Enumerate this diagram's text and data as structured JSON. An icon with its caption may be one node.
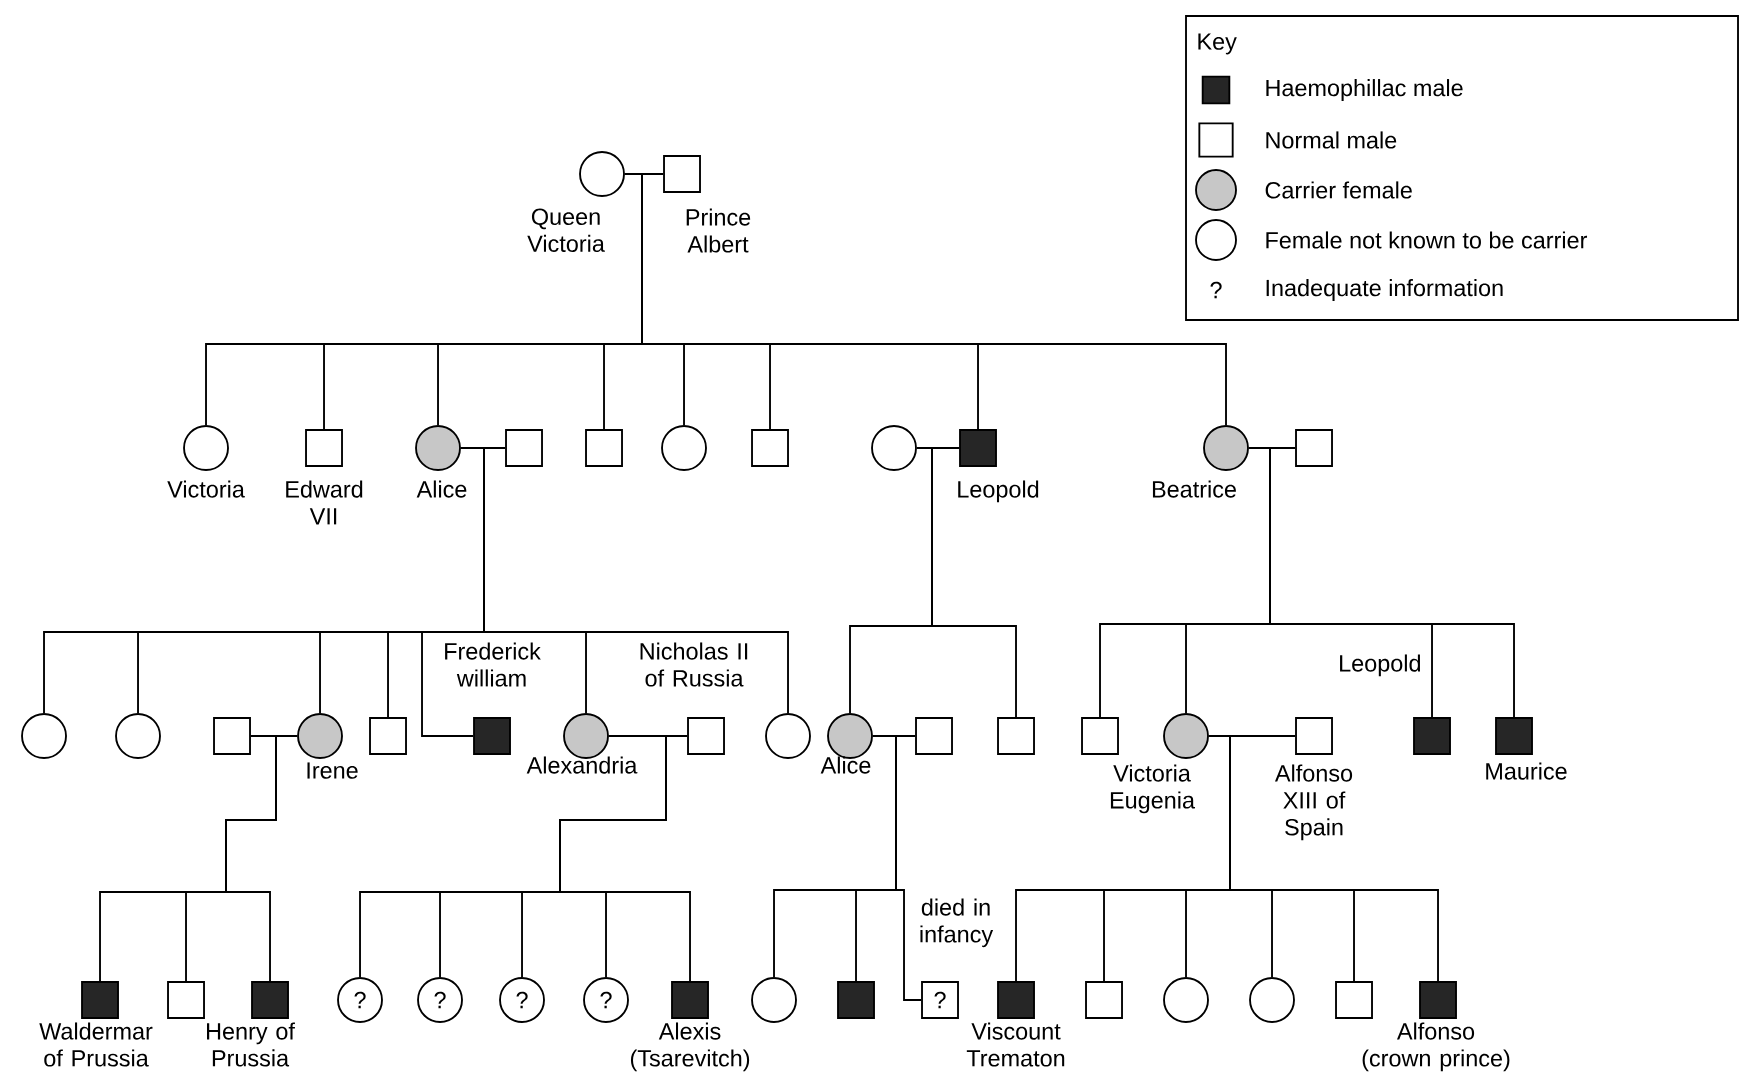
{
  "diagram": {
    "nodes": [
      {
        "text": [],
        "shape": "circle",
        "beside": [
          "Queen Victoria"
        ]
      },
      {
        "text": [],
        "shape": "box",
        "beside": [
          "Prince Albert"
        ]
      },
      {
        "text": [],
        "shape": "circle",
        "beside": [
          "Victoria"
        ]
      },
      {
        "text": [],
        "shape": "box",
        "beside": [
          "Edward VII"
        ]
      },
      {
        "text": [],
        "shape": "circle",
        "beside": [
          "Alice"
        ]
      },
      {
        "text": [],
        "shape": "box"
      },
      {
        "text": [],
        "shape": "box"
      },
      {
        "text": [],
        "shape": "circle"
      },
      {
        "text": [],
        "shape": "box"
      },
      {
        "text": [],
        "shape": "circle"
      },
      {
        "text": [],
        "shape": "box",
        "beside": [
          "Leopold"
        ]
      },
      {
        "text": [],
        "shape": "circle",
        "beside": [
          "Beatrice"
        ]
      },
      {
        "text": [],
        "shape": "box"
      },
      {
        "text": [],
        "shape": "circle"
      },
      {
        "text": [],
        "shape": "circle"
      },
      {
        "text": [],
        "shape": "box"
      },
      {
        "text": [],
        "shape": "circle",
        "beside": [
          "Irene"
        ]
      },
      {
        "text": [],
        "shape": "box"
      },
      {
        "text": [],
        "shape": "box",
        "beside": [
          "Frederick william"
        ]
      },
      {
        "text": [],
        "shape": "circle",
        "beside": [
          "Alexandria"
        ]
      },
      {
        "text": [],
        "shape": "box",
        "beside": [
          "Nicholas II of Russia"
        ]
      },
      {
        "text": [],
        "shape": "circle"
      },
      {
        "text": [],
        "shape": "circle",
        "beside": [
          "Alice"
        ]
      },
      {
        "text": [],
        "shape": "box"
      },
      {
        "text": [],
        "shape": "box"
      },
      {
        "text": [],
        "shape": "box"
      },
      {
        "text": [],
        "shape": "circle",
        "beside": [
          "Victoria Eugenia"
        ]
      },
      {
        "text": [],
        "shape": "box",
        "beside": [
          "Alfonso XIII of Spain"
        ]
      },
      {
        "text": [],
        "shape": "box",
        "beside": [
          "Leopold"
        ]
      },
      {
        "text": [],
        "shape": "box",
        "beside": [
          "Maurice"
        ]
      },
      {
        "text": [],
        "shape": "box",
        "beside": [
          "Waldermar of Prussia"
        ]
      },
      {
        "text": [],
        "shape": "box"
      },
      {
        "text": [],
        "shape": "box",
        "beside": [
          "Henry of Prussia"
        ]
      },
      {
        "text": [
          "?"
        ]
      },
      {
        "text": [
          "?"
        ]
      },
      {
        "text": [
          "?"
        ]
      },
      {
        "text": [
          "?"
        ]
      },
      {
        "text": [],
        "shape": "box",
        "beside": [
          "Alexis (Tsarevitch)"
        ]
      },
      {
        "text": [],
        "shape": "circle"
      },
      {
        "text": [],
        "shape": "box"
      },
      {
        "text": [
          "?"
        ],
        "beside": [
          "died in infancy"
        ]
      },
      {
        "text": [],
        "shape": "box",
        "beside": [
          "Viscount Trematon"
        ]
      },
      {
        "text": [],
        "shape": "box"
      },
      {
        "text": [],
        "shape": "circle"
      },
      {
        "text": [],
        "shape": "circle"
      },
      {
        "text": [],
        "shape": "box"
      },
      {
        "text": [],
        "shape": "box",
        "beside": [
          "Alfonso (crown prince)"
        ]
      }
    ],
    "edges": [
      {
        "from": 0,
        "to": 1,
        "arrow": "none"
      },
      {
        "from": 0,
        "to": 2,
        "arrow": "none"
      },
      {
        "from": 0,
        "to": 3,
        "arrow": "none"
      },
      {
        "from": 0,
        "to": 4,
        "arrow": "none"
      },
      {
        "from": 0,
        "to": 6,
        "arrow": "none"
      },
      {
        "from": 0,
        "to": 7,
        "arrow": "none"
      },
      {
        "from": 0,
        "to": 8,
        "arrow": "none"
      },
      {
        "from": 0,
        "to": 10,
        "arrow": "none"
      },
      {
        "from": 0,
        "to": 11,
        "arrow": "none"
      },
      {
        "from": 4,
        "to": 5,
        "arrow": "none"
      },
      {
        "from": 9,
        "to": 10,
        "arrow": "none"
      },
      {
        "from": 11,
        "to": 12,
        "arrow": "none"
      },
      {
        "from": 4,
        "to": 13,
        "arrow": "none"
      },
      {
        "from": 4,
        "to": 14,
        "arrow": "none"
      },
      {
        "from": 4,
        "to": 16,
        "arrow": "none"
      },
      {
        "from": 4,
        "to": 17,
        "arrow": "none"
      },
      {
        "from": 4,
        "to": 18,
        "arrow": "none"
      },
      {
        "from": 4,
        "to": 19,
        "arrow": "none"
      },
      {
        "from": 4,
        "to": 21,
        "arrow": "none"
      },
      {
        "from": 10,
        "to": 22,
        "arrow": "none"
      },
      {
        "from": 10,
        "to": 24,
        "arrow": "none"
      },
      {
        "from": 11,
        "to": 25,
        "arrow": "none"
      },
      {
        "from": 11,
        "to": 26,
        "arrow": "none"
      },
      {
        "from": 11,
        "to": 28,
        "arrow": "none"
      },
      {
        "from": 11,
        "to": 29,
        "arrow": "none"
      },
      {
        "from": 15,
        "to": 16,
        "arrow": "none"
      },
      {
        "from": 19,
        "to": 20,
        "arrow": "none"
      },
      {
        "from": 22,
        "to": 23,
        "arrow": "none"
      },
      {
        "from": 26,
        "to": 27,
        "arrow": "none"
      },
      {
        "from": 16,
        "to": 30,
        "arrow": "none"
      },
      {
        "from": 16,
        "to": 31,
        "arrow": "none"
      },
      {
        "from": 16,
        "to": 32,
        "arrow": "none"
      },
      {
        "from": 19,
        "to": 33,
        "arrow": "none"
      },
      {
        "from": 19,
        "to": 34,
        "arrow": "none"
      },
      {
        "from": 19,
        "to": 35,
        "arrow": "none"
      },
      {
        "from": 19,
        "to": 36,
        "arrow": "none"
      },
      {
        "from": 19,
        "to": 37,
        "arrow": "none"
      },
      {
        "from": 22,
        "to": 38,
        "arrow": "none"
      },
      {
        "from": 22,
        "to": 39,
        "arrow": "none"
      },
      {
        "from": 22,
        "to": 40,
        "arrow": "none"
      },
      {
        "from": 26,
        "to": 41,
        "arrow": "none"
      },
      {
        "from": 26,
        "to": 42,
        "arrow": "none"
      },
      {
        "from": 26,
        "to": 43,
        "arrow": "none"
      },
      {
        "from": 26,
        "to": 44,
        "arrow": "none"
      },
      {
        "from": 26,
        "to": 45,
        "arrow": "none"
      },
      {
        "from": 26,
        "to": 46,
        "arrow": "none"
      }
    ],
    "labels": [
      "Key",
      "?"
    ],
    "legend": [
      {
        "text": "Haemophillac male"
      },
      {
        "text": "Normal male"
      },
      {
        "text": "Carrier female"
      },
      {
        "text": "Female not known to be carrier"
      },
      {
        "text": "Inadequate information"
      }
    ]
  }
}
